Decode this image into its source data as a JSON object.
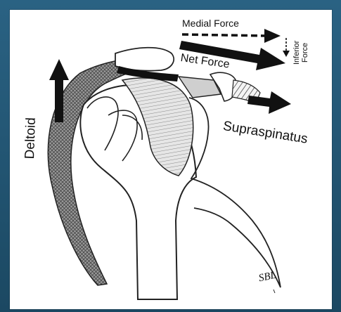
{
  "labels": {
    "medial_force": "Medial Force",
    "net_force": "Net Force",
    "inferior_force_line1": "Inferior",
    "inferior_force_line2": "Force",
    "supraspinatus": "Supraspinatus",
    "deltoid": "Deltoid",
    "signature": "SBL"
  },
  "colors": {
    "frame": "#1f4e6b",
    "panel": "#ffffff",
    "ink": "#111111"
  }
}
